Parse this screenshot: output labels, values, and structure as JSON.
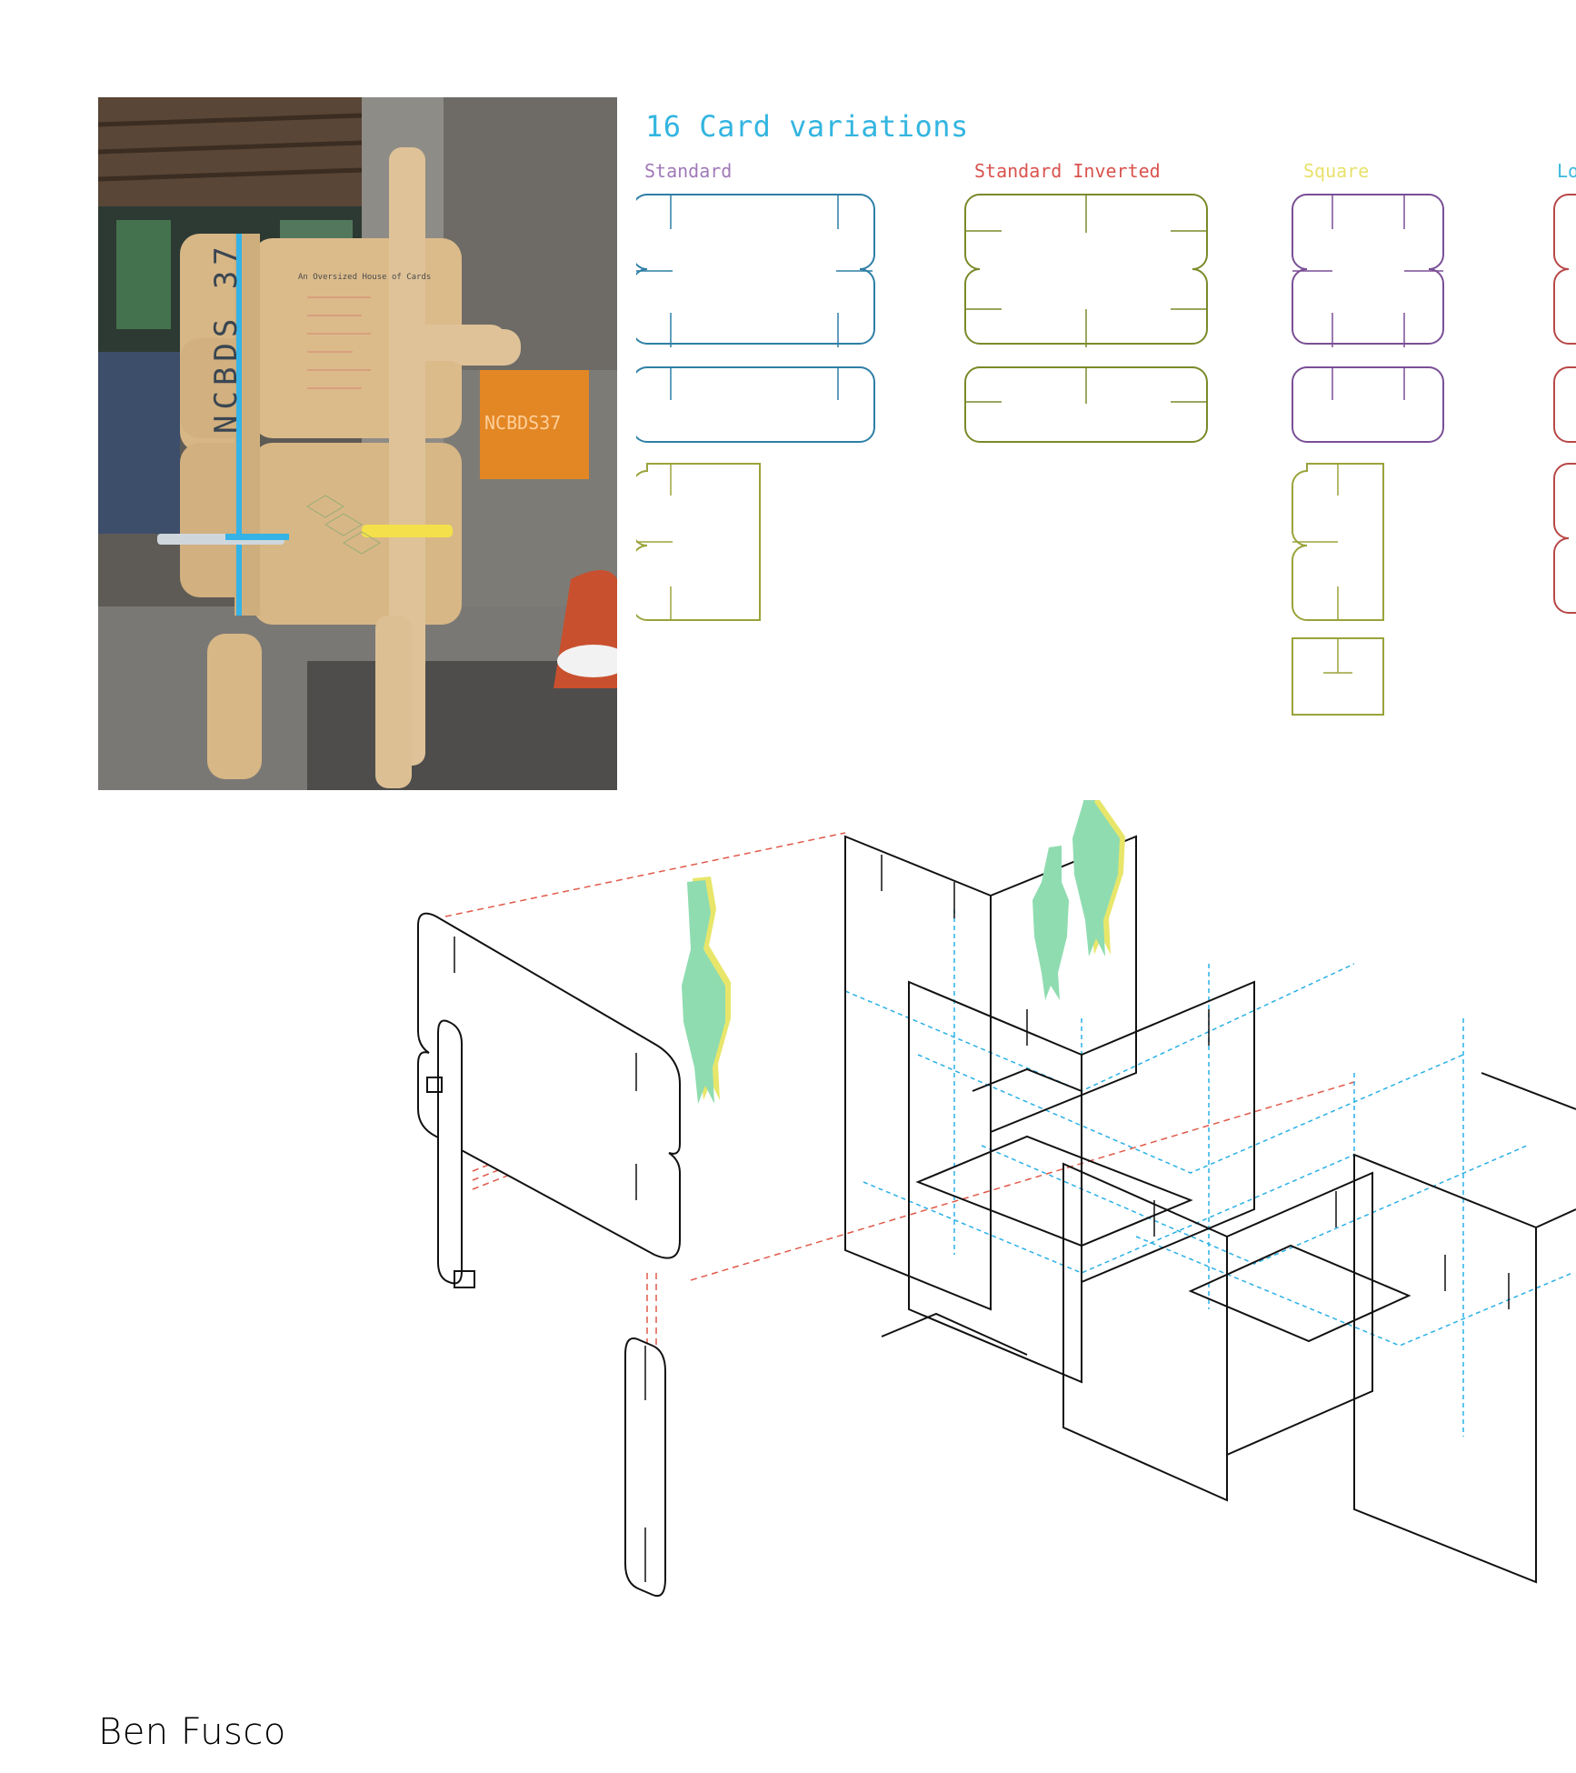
{
  "photo": {
    "panel_text_vertical": "NCBDS 37",
    "panel_subtitle": "An Oversized House of Cards",
    "sign_text": "NCBDS37"
  },
  "heading": "16 Card variations",
  "categories": [
    {
      "label": "Standard",
      "color": "#a07ab8"
    },
    {
      "label": "Standard Inverted",
      "color": "#d9534f"
    },
    {
      "label": "Square",
      "color": "#e8e26a"
    },
    {
      "label": "Lo",
      "color": "#3bb8e0"
    }
  ],
  "colors": {
    "heading": "#33b5e0",
    "standard_outline": "#2e7fa6",
    "inverted_outline": "#7a8a2a",
    "square_outline": "#7a4f96",
    "half_outline": "#9aa33a",
    "long_outline": "#b84848",
    "dash_red": "#e05a4a",
    "dash_blue": "#2ab0e6",
    "figure_green": "#8fdcb0",
    "figure_yellow": "#e8e66a"
  },
  "author": "Ben Fusco"
}
